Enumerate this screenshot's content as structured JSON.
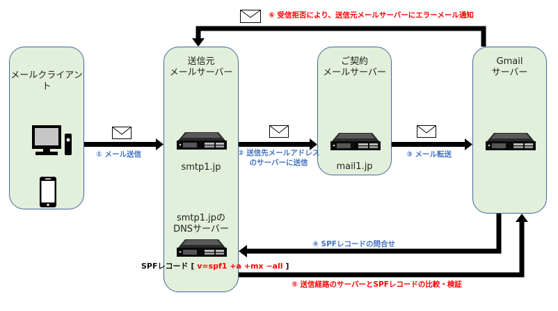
{
  "colors": {
    "box_fill": "#e2efda",
    "box_border": "#41669a",
    "arrow": "#000000",
    "label_blue": "#4472c4",
    "label_red": "#ff0000"
  },
  "nodes": {
    "client": {
      "title": "メールクライアント",
      "icons": [
        "desktop-pc-icon",
        "smartphone-icon"
      ]
    },
    "sender": {
      "title": "送信元\nメールサーバー",
      "host": "smtp1.jp",
      "dns_title": "smtp1.jpの\nDNSサーバー"
    },
    "contract": {
      "title": "ご契約\nメールサーバー",
      "host": "mail1.jp"
    },
    "gmail": {
      "title": "Gmail\nサーバー"
    }
  },
  "spf_record": {
    "prefix": "SPFレコード [ ",
    "value": "v=spf1 +a +mx ~all",
    "suffix": " ]"
  },
  "steps": [
    {
      "id": 1,
      "label": "① メール送信",
      "color": "blue",
      "from": "client",
      "to": "sender",
      "envelope": true
    },
    {
      "id": 2,
      "label": "② 送信先メールアドレス\nのサーバーに送信",
      "color": "blue",
      "from": "sender",
      "to": "contract",
      "envelope": true
    },
    {
      "id": 3,
      "label": "③ メール転送",
      "color": "blue",
      "from": "contract",
      "to": "gmail",
      "envelope": true
    },
    {
      "id": 4,
      "label": "④ SPFレコードの問合せ",
      "color": "blue",
      "from": "gmail",
      "to": "sender-dns",
      "envelope": false
    },
    {
      "id": 5,
      "label": "⑤ 送信経路のサーバーとSPFレコードの比較・検証",
      "color": "red",
      "from": "sender-dns",
      "to": "gmail",
      "envelope": false
    },
    {
      "id": 6,
      "label": "⑥ 受信拒否により、送信元メールサーバーにエラーメール通知",
      "color": "red",
      "from": "gmail",
      "to": "sender",
      "envelope": true
    }
  ]
}
